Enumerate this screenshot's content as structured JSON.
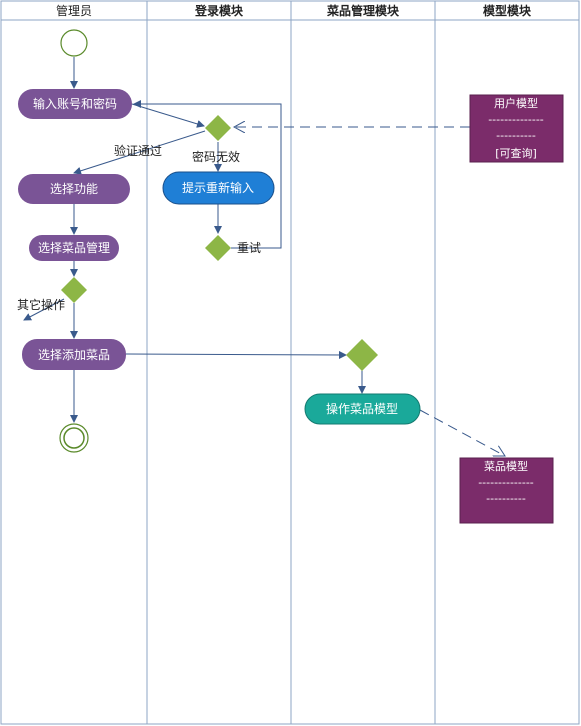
{
  "lanes": [
    {
      "title": "管理员"
    },
    {
      "title": "登录模块"
    },
    {
      "title": "菜品管理模块"
    },
    {
      "title": "模型模块"
    }
  ],
  "nodes": {
    "input_credentials": "输入账号和密码",
    "select_function": "选择功能",
    "select_dish_mgmt": "选择菜品管理",
    "select_add_dish": "选择添加菜品",
    "prompt_reenter": "提示重新输入",
    "operate_dish_model": "操作菜品模型"
  },
  "labels": {
    "verified": "验证通过",
    "invalid_password": "密码无效",
    "retry": "重试",
    "other_ops": "其它操作"
  },
  "models": {
    "user_model": {
      "title": "用户模型",
      "line1": "--------------",
      "line2": "----------",
      "line3": "[可查询]"
    },
    "dish_model": {
      "title": "菜品模型",
      "line1": "--------------",
      "line2": "----------"
    }
  },
  "colors": {
    "purple_node": "#7a5496",
    "blue_node": "#1f7fd6",
    "teal_node": "#1aa99a",
    "model_box": "#7b2c6a",
    "decision": "#8db646",
    "lane_line": "#8ea6c4",
    "arrow": "#3a5a8c"
  }
}
